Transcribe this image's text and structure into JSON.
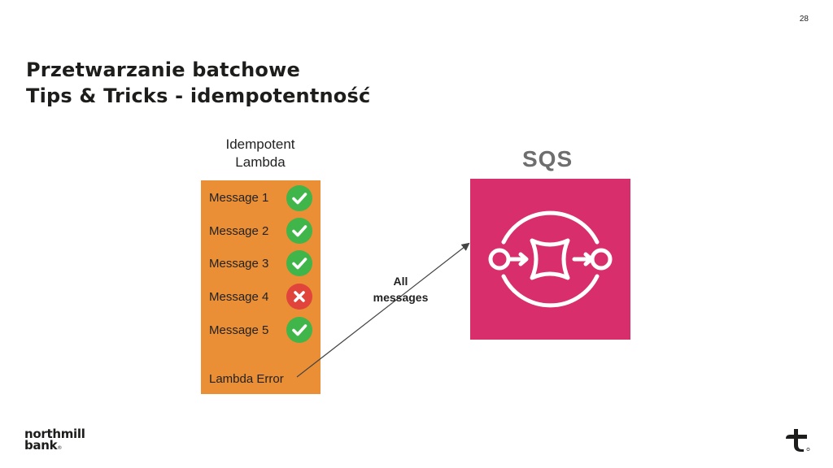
{
  "page_number": "28",
  "title": {
    "line1": "Przetwarzanie batchowe",
    "line2": "Tips & Tricks - idempotentność"
  },
  "diagram": {
    "lambda": {
      "label_line1": "Idempotent",
      "label_line2": "Lambda",
      "color": "#ea8f35",
      "messages": [
        {
          "label": "Message 1",
          "status": "success",
          "icon": "check-icon"
        },
        {
          "label": "Message 2",
          "status": "success",
          "icon": "check-icon"
        },
        {
          "label": "Message 3",
          "status": "success",
          "icon": "check-icon"
        },
        {
          "label": "Message 4",
          "status": "failure",
          "icon": "cross-icon"
        },
        {
          "label": "Message 5",
          "status": "success",
          "icon": "check-icon"
        }
      ],
      "error_label": "Lambda Error"
    },
    "arrow": {
      "label_line1": "All",
      "label_line2": "messages",
      "from": "lambda-error",
      "to": "sqs-queue"
    },
    "sqs": {
      "label": "SQS",
      "color": "#d92e6c",
      "icon": "sqs-queue-icon"
    }
  },
  "footer": {
    "logo_line1": "northmill",
    "logo_line2": "bank",
    "logo_mark": "®",
    "brand_icon": "northmill-mark-icon"
  },
  "colors": {
    "success": "#3fb54a",
    "failure": "#e0443b"
  }
}
